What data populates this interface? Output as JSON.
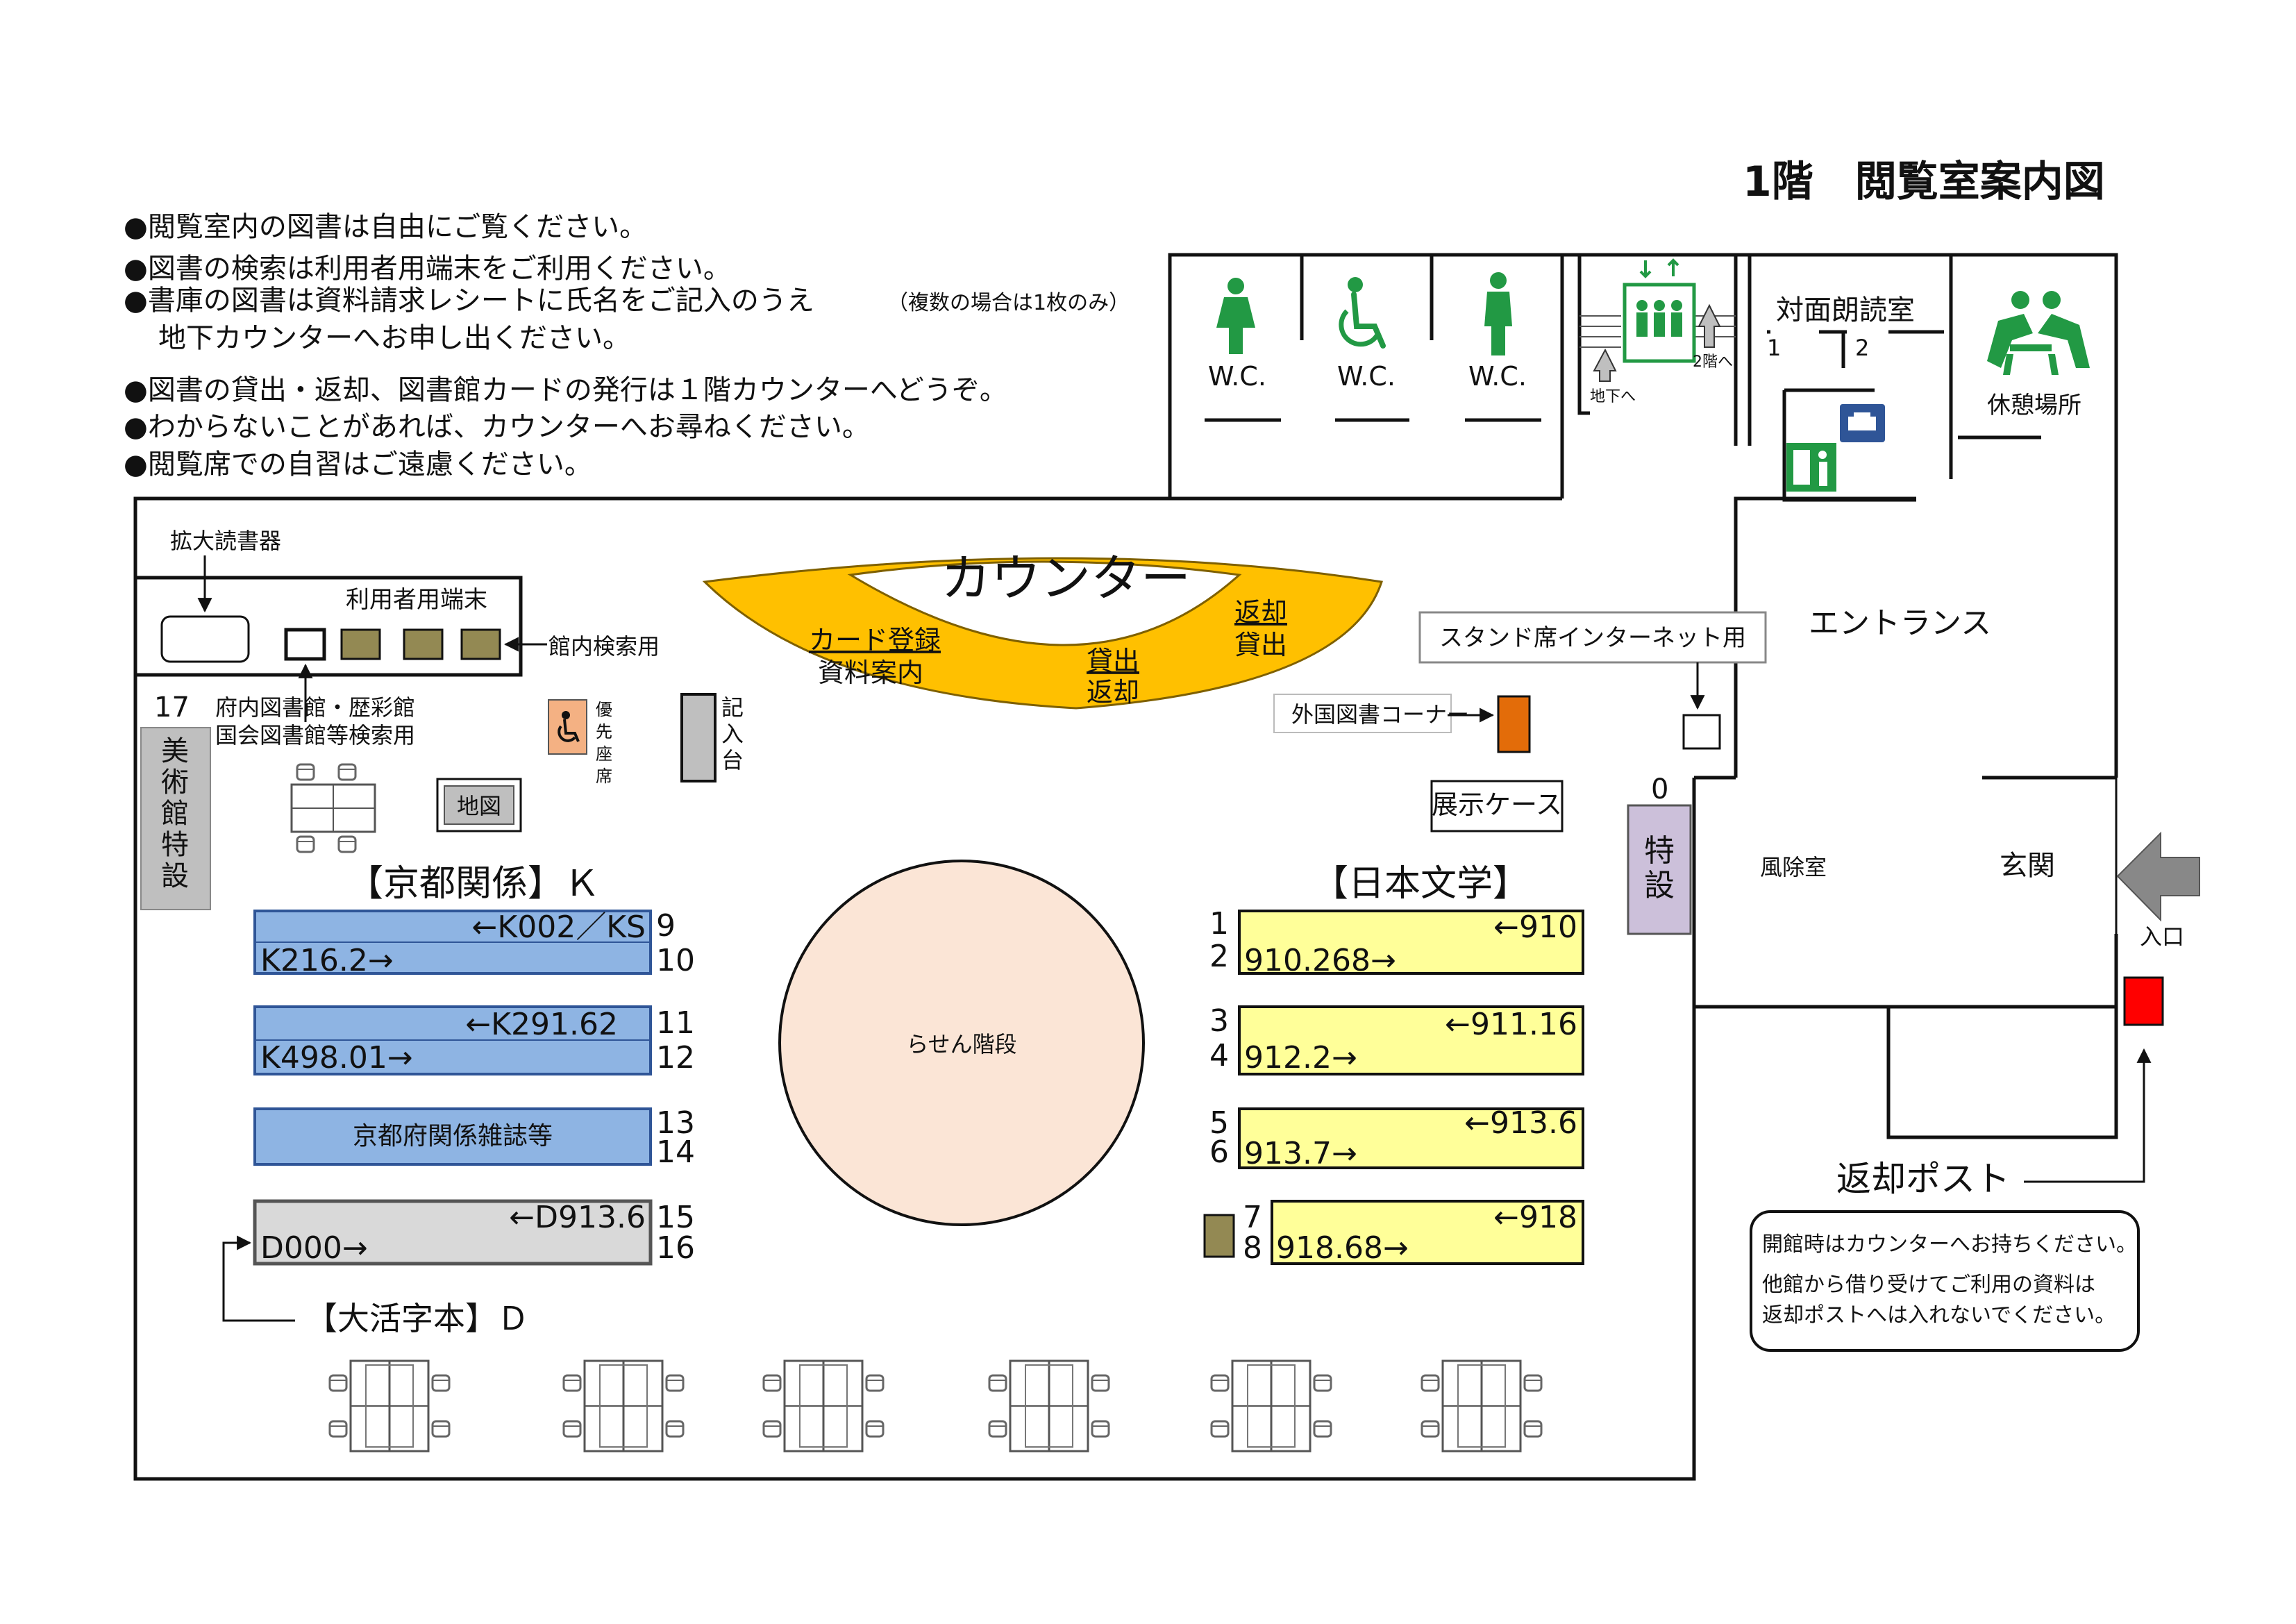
{
  "title": "1階　閲覧室案内図",
  "rules": [
    "●閲覧室内の図書は自由にご覧ください。",
    "●図書の検索は利用者用端末をご利用ください。",
    "●書庫の図書は資料請求レシートに氏名をご記入のうえ",
    "（複数の場合は1枚のみ）",
    "地下カウンターへお申し出ください。",
    "●図書の貸出・返却、図書館カードの発行は１階カウンターへどうぞ。",
    "●わからないことがあれば、カウンターへお尋ねください。",
    "●閲覧席での自習はご遠慮ください。"
  ],
  "facilities": {
    "wc": "W.C.",
    "to_basement": "地下へ",
    "to_2f": "2階へ",
    "reading_room": "対面朗読室",
    "reading_room_1": "1",
    "reading_room_2": "2",
    "rest_area": "休憩場所",
    "entrance_hall": "エントランス",
    "vestibule": "風除室",
    "genkan": "玄関",
    "entrance_label": "入口"
  },
  "counter": {
    "title": "カウンター",
    "card_registration": "カード登録",
    "reference": "資料案内",
    "lend": "貸出",
    "return": "返却",
    "return_2": "返却",
    "lend_2": "貸出"
  },
  "left_area": {
    "magnifier": "拡大読書器",
    "terminals": "利用者用端末",
    "ocat": "館内検索用",
    "other_search_1": "府内図書館・歴彩館",
    "other_search_2": "国会図書館等検索用",
    "priority_seat": [
      "優",
      "先",
      "座",
      "席"
    ],
    "writing_desk": [
      "記",
      "入",
      "台"
    ],
    "map_label": "地図",
    "art_museum_number": "17",
    "art_museum": [
      "美",
      "術",
      "館",
      "特",
      "設"
    ]
  },
  "kyoto_section": {
    "title": "【京都関係】Ｋ",
    "shelves": [
      {
        "from": "←K002／KS",
        "to": "K216.2→",
        "num_top": "9",
        "num_bottom": "10"
      },
      {
        "from": "←K291.62",
        "to": "K498.01→",
        "num_top": "11",
        "num_bottom": "12"
      },
      {
        "center": "京都府関係雑誌等",
        "num_top": "13",
        "num_bottom": "14"
      }
    ],
    "large_print": {
      "from": "←D913.6",
      "to": "D000→",
      "num_top": "15",
      "num_bottom": "16",
      "label": "【大活字本】Ｄ"
    }
  },
  "spiral_stairs": "らせん階段",
  "japanese_lit": {
    "title": "【日本文学】",
    "shelves": [
      {
        "from": "←910",
        "to": "910.268→",
        "num_top": "1",
        "num_bottom": "2"
      },
      {
        "from": "←911.16",
        "to": "912.2→",
        "num_top": "3",
        "num_bottom": "4"
      },
      {
        "from": "←913.6",
        "to": "913.7→",
        "num_top": "5",
        "num_bottom": "6"
      },
      {
        "from": "←918",
        "to": "918.68→",
        "num_top": "7",
        "num_bottom": "8"
      }
    ]
  },
  "right_area": {
    "standing_internet": "スタンド席インターネット用",
    "foreign_books": "外国図書コーナー",
    "display_case": "展示ケース",
    "special_number": "0",
    "special": [
      "特",
      "設"
    ]
  },
  "return_post": {
    "title": "返却ポスト",
    "note_1": "開館時はカウンターへお持ちください。",
    "note_2": "他館から借り受けてご利用の資料は",
    "note_3": "返却ポストへは入れないでください。"
  },
  "colors": {
    "counter": "#ffc000",
    "kyoto_shelf": "#8eb4e3",
    "lit_shelf": "#ffff99",
    "large_print_shelf": "#d9d9d9",
    "green_sign": "#229944",
    "entrance_arrow": "#888888",
    "return_post": "#ff0000",
    "foreign_book": "#e36c09",
    "stairs": "#fbe5d6",
    "special": "#ccc0da",
    "priority": "#f4b183",
    "art_museum": "#bfbfbf",
    "terminal": "#938953"
  }
}
